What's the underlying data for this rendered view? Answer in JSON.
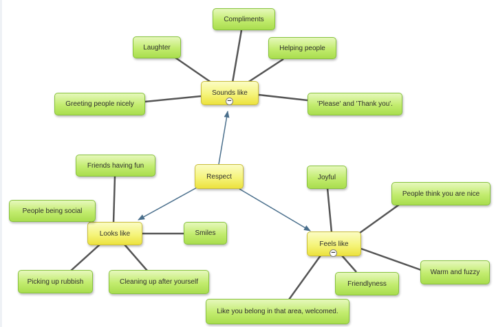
{
  "diagram": {
    "type": "mind-map",
    "center": {
      "label": "Respect"
    },
    "branches": [
      {
        "label": "Sounds like",
        "collapse_symbol": "−",
        "children": [
          "Compliments",
          "Laughter",
          "Helping people",
          "Greeting people nicely",
          "'Please' and 'Thank you'."
        ]
      },
      {
        "label": "Looks like",
        "children": [
          "Friends having fun",
          "People being social",
          "Smiles",
          "Picking up rubbish",
          "Cleaning up after yourself"
        ]
      },
      {
        "label": "Feels like",
        "collapse_symbol": "−",
        "children": [
          "Joyful",
          "People think you are nice",
          "Warm and fuzzy",
          "Friendlyness",
          "Like you belong in that area, welcomed."
        ]
      }
    ]
  },
  "colors": {
    "leaf_node": "#c2ec6e",
    "leaf_border": "#86c23b",
    "hub_node": "#f5f47b",
    "hub_border": "#c9bd3a",
    "arrow": "#4a6f8c",
    "link": "#555555"
  }
}
